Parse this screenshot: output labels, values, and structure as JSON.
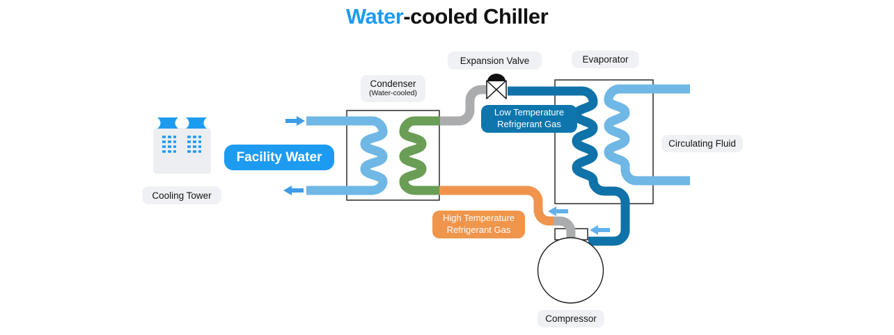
{
  "title": {
    "highlight": "Water",
    "rest": "-cooled Chiller"
  },
  "labels": {
    "cooling_tower": "Cooling Tower",
    "condenser": "Condenser",
    "condenser_sub": "(Water-cooled)",
    "expansion_valve": "Expansion Valve",
    "evaporator": "Evaporator",
    "circulating_fluid": "Circulating Fluid",
    "compressor": "Compressor"
  },
  "badges": {
    "facility_water": "Facility Water",
    "low_temp_line1": "Low Temperature",
    "low_temp_line2": "Refrigerant Gas",
    "high_temp_line1": "High Temperature",
    "high_temp_line2": "Refrigerant Gas"
  },
  "icons": {
    "cooling_tower": "cooling-tower-icon",
    "expansion_valve": "expansion-valve-icon",
    "compressor": "compressor-icon",
    "flow_arrows": [
      "facility-water-in-arrow",
      "facility-water-out-arrow",
      "to-condenser-flow-arrow",
      "to-compressor-flow-arrow"
    ]
  },
  "colors": {
    "accent_blue": "#1D9BF0",
    "pipe_light_blue": "#6FB7E5",
    "pipe_dark_blue": "#0F72A8",
    "badge_dark_blue": "#0E76AD",
    "pipe_green": "#6A9D56",
    "pipe_orange": "#F0944D",
    "badge_orange": "#F0954C",
    "pipe_gray": "#ABACAE",
    "arrow_blue": "#3E9BE8",
    "arrow_light_blue": "#63B1EA",
    "label_bg": "#F0F1F4",
    "text_dark": "#141414",
    "tower_body": "#ECEEF1",
    "outline": "#1A1A1A"
  }
}
